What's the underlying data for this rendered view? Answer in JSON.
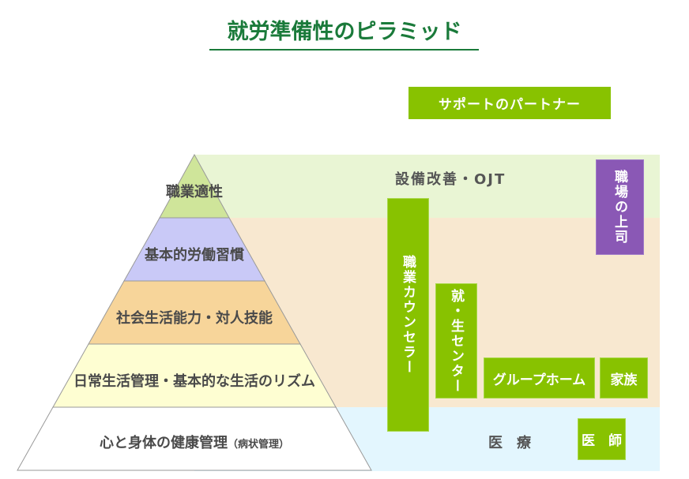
{
  "title": "就労準備性のピラミッド",
  "partner_header": "サポートのパートナー",
  "pyramid": {
    "layers": [
      {
        "label": "職業適性",
        "color": "#cfe59a"
      },
      {
        "label": "基本的労働習慣",
        "color": "#c9c9f7"
      },
      {
        "label": "社会生活能力・対人技能",
        "color": "#f7d59a"
      },
      {
        "label": "日常生活管理・基本的な生活のリズム",
        "color": "#fefed2"
      },
      {
        "label": "心と身体の健康管理",
        "sublabel": "（病状管理）",
        "color": "#ffffff"
      }
    ]
  },
  "bands": {
    "top": {
      "label": "設備改善・OJT",
      "color": "#e9f5d4"
    },
    "middle": {
      "color": "#f8e8d0"
    },
    "bottom": {
      "label": "医　療",
      "color": "#e3f6fe"
    }
  },
  "partners": {
    "counselor": "職業カウンセラー",
    "center": "就・生センター",
    "group_home": "グループホーム",
    "family": "家族",
    "doctor": "医　師",
    "boss": "職場の上司"
  },
  "colors": {
    "green": "#88c200",
    "purple": "#8a58b5",
    "title": "#1a7a3a"
  }
}
